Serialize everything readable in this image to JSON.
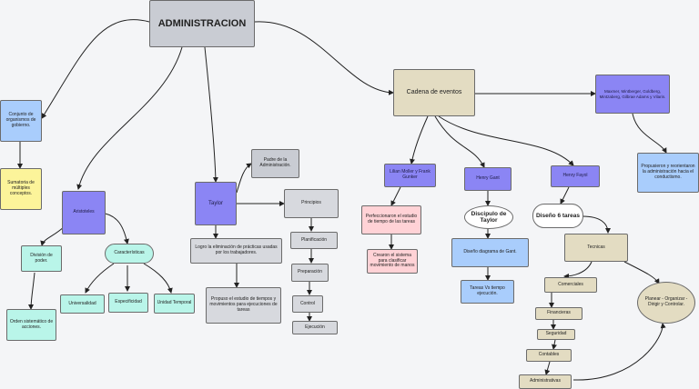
{
  "diagram": {
    "root": "ADMINISTRACION",
    "definicion": "Conjunto de organismos de gobierno.",
    "sumatoria": "Sumatoria de múltiples conceptos.",
    "aristoteles": "Aristoteles",
    "division": "División de poder.",
    "orden": "Orden sistemático de acciones.",
    "caracteristicas": "Características",
    "universalidad": "Universalidad",
    "especificidad": "Especificidad",
    "unidad_temporal": "Unidad Temporal",
    "taylor": "Taylor",
    "padre": "Padre de la Administración.",
    "principios": "Principios",
    "planificacion": "Planificación",
    "preparacion": "Preparación",
    "control": "Control",
    "ejecucion": "Ejecución",
    "logro": "Logro la eliminación de prácticas usadas por los trabajadores.",
    "propuso": "Propuso el estudio de tiempos y movimientos para ejecuciones de tareas",
    "cadena": "Cadena de eventos",
    "autores": "Maxmer, Mintberger, Goldberg, Mintzaberg, Gilbrae Adams y Vilarin.",
    "propusieron": "Propusieron y reorientaron la administración hacia el conductismo.",
    "gilbreth": "Lilian Moller y Frank Gunker",
    "perfeccionaron": "Perfeccionaron el estudio de tiempo de las tareas",
    "crearon": "Crearon el sistema para clasificar movimiento de manos",
    "henry_gantt": "Henry Gant",
    "discipulo": "Discipulo de Taylor",
    "diseno_diagrama": "Diseño diagrama de Gant.",
    "tareas": "Tareas Vs tiempo ejecución.",
    "henry_fayol": "Henry Fayol",
    "diseno_tareas": "Diseño 6 tareas",
    "tecnicas": "Tecnicas",
    "comerciales": "Comerciales",
    "financieras": "Financieras",
    "seguridad": "Seguridad",
    "contables": "Contables",
    "administrativas": "Administrativas",
    "planear": "Planear - Organizar - Dirigir y Controlar."
  }
}
